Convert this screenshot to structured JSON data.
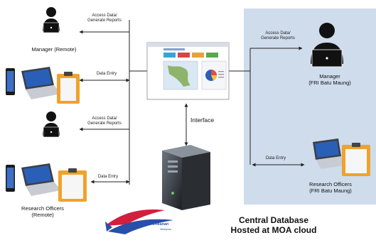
{
  "diagram": {
    "remote_manager": {
      "label": "Manager (Remote)",
      "link_top": [
        "Access Data/",
        "Generate Reports"
      ],
      "link_bottom": "Data Entry"
    },
    "remote_officers": {
      "label": [
        "Research Officers",
        "(Remote)"
      ],
      "link_top": [
        "Access Data/",
        "Generate Reports"
      ],
      "link_bottom": "Data Entry"
    },
    "interface": {
      "label": "Interface"
    },
    "local_manager": {
      "label": [
        "Manager",
        "(FRI Batu Maung)"
      ],
      "link": [
        "Access Data/",
        "Generate Reports"
      ]
    },
    "local_officers": {
      "label": [
        "Research Officers",
        "(FRI Batu Maung)"
      ],
      "link": "Data Entry"
    },
    "database": {
      "label": [
        "Central Database",
        "Hosted at MOA cloud"
      ]
    },
    "logo": {
      "text": [
        "Jabatan Perikanan",
        "Malaysia"
      ]
    },
    "colors": {
      "site_panel": "#cfdcec",
      "line": "#222222",
      "clipboard": "#f0a22c",
      "screen": "#2a5fb8"
    }
  }
}
